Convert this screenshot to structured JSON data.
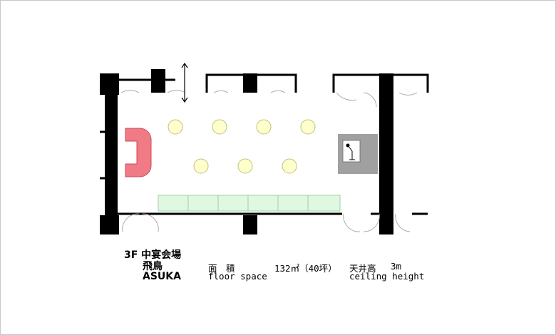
{
  "room": {
    "floor_label": "3F 中宴会場",
    "name_jp": "飛鳥",
    "name_en": "ASUKA"
  },
  "specs": {
    "area_label_jp": "面　積",
    "area_value": "132㎡（40坪）",
    "area_label_en": "floor space",
    "ceiling_label_jp": "天井高",
    "ceiling_value": "3m",
    "ceiling_label_en": "ceiling height"
  },
  "colors": {
    "wall": "#000000",
    "round_table": "#ffffcc",
    "bar_counter": "#f07b86",
    "long_table": "#e0f8e0",
    "stage": "#a0a0a0"
  },
  "icons": [
    "dimension-arrow-icon",
    "microphone-stand-icon"
  ]
}
